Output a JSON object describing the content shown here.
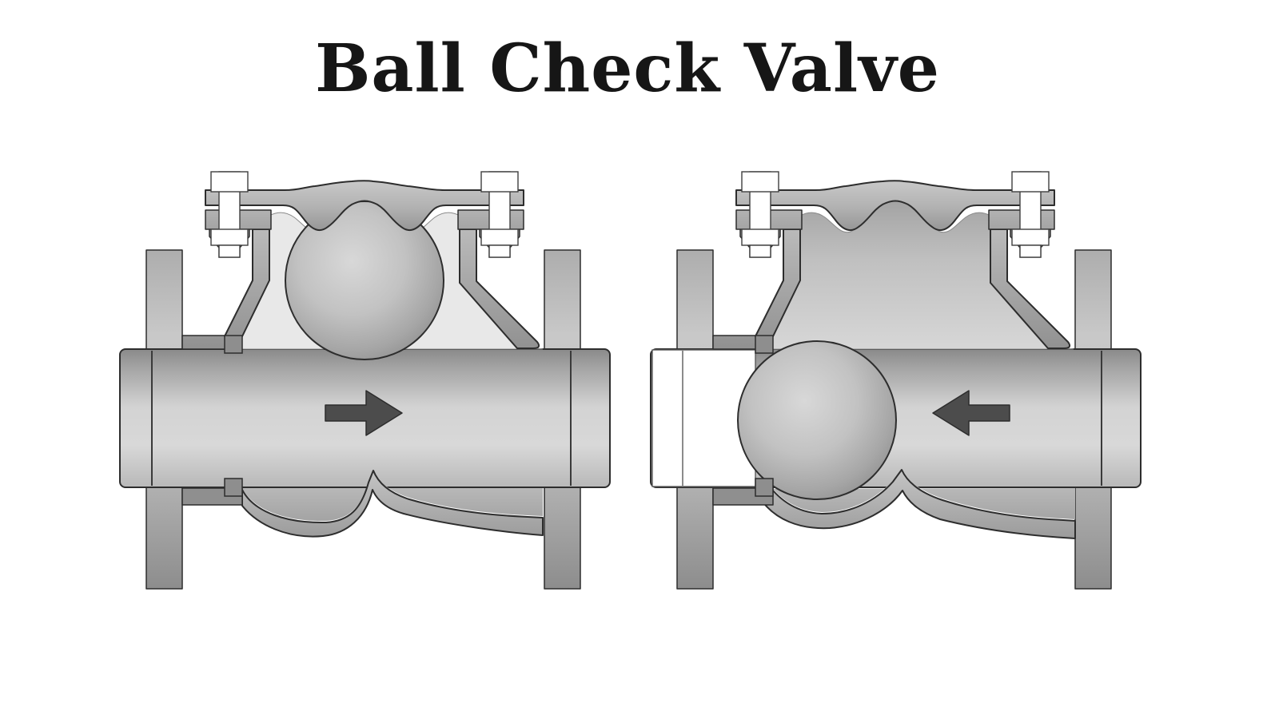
{
  "title": "Ball Check Valve",
  "figures": {
    "left_valve": {
      "state": "open",
      "flow_direction": "right",
      "ball_position": "lifted into bonnet chamber",
      "pipe_fill": "fluid"
    },
    "right_valve": {
      "state": "closed",
      "flow_direction": "left",
      "ball_position": "seated against inlet seat",
      "inlet_pipe_fill": "empty"
    }
  },
  "icons": {
    "left_flow_arrow": "arrow-right",
    "right_flow_arrow": "arrow-left"
  },
  "colors": {
    "background": "#ffffff",
    "outline": "#2d2d2d",
    "arrow": "#4c4c4c",
    "metal_light": "#d8d8d8",
    "metal_dark": "#8c8c8c",
    "cavity_open": "#e8e8e8",
    "bolt": "#ffffff",
    "empty_pipe": "#ffffff"
  }
}
